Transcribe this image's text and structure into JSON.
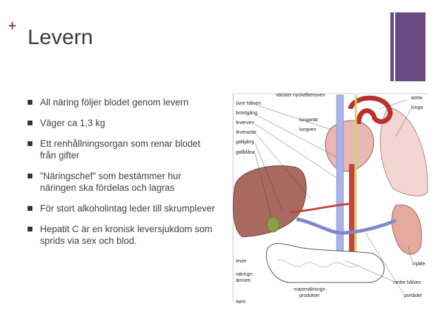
{
  "slide": {
    "plus": "+",
    "title": "Levern",
    "bullets": [
      "All näring följer blodet genom levern",
      "Väger ca 1,3 kg",
      "Ett renhållningsorgan som renar blodet från gifter",
      "”Näringschef” som bestämmer hur näringen ska fördelas och lagras",
      "För stort alkoholintag leder till skrumplever",
      "Hepatit C är en kronisk leversjukdom som sprids via sex och blod."
    ]
  },
  "figure": {
    "labels": {
      "vanster_nyckelbensven": "vänster nyckelbensven",
      "ovre_halven": "övre hålven",
      "brostgang": "bröstgång",
      "leverven": "leverven",
      "leverartar": "leverartär",
      "gallgang": "gallgång",
      "gallblasa": "gallblåsa",
      "lungartar": "lungartär",
      "lungven": "lungven",
      "aorta": "aorta",
      "lunga": "lunga",
      "lever": "lever",
      "naringsamnen_1": "närings-",
      "naringsamnen_2": "ämnen",
      "matsmaltning_1": "matsmältnings-",
      "matsmaltning_2": "produkter",
      "mjalte": "mjälte",
      "nedre_halven": "nedre hålven",
      "portader": "portåder",
      "tarm": "tarm"
    }
  },
  "colors": {
    "accent": "#6a4a80",
    "plus": "#7e4f8a"
  }
}
